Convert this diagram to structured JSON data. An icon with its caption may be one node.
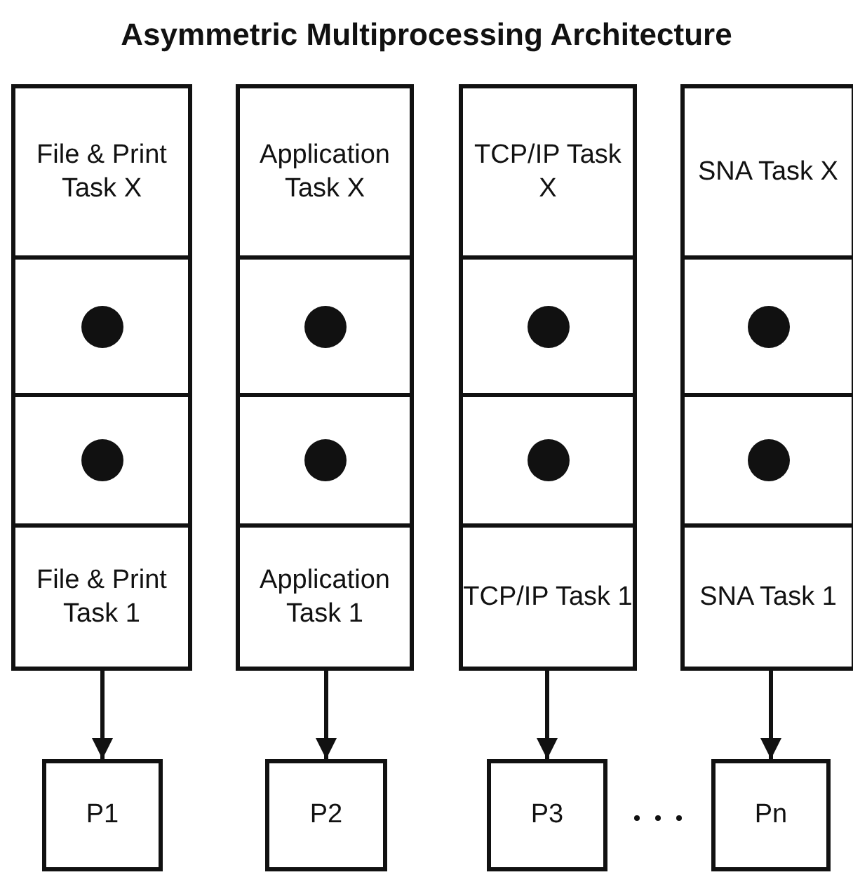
{
  "diagram": {
    "title": "Asymmetric Multiprocessing Architecture",
    "nodes": [
      {
        "text": [
          "File & Print Task X"
        ]
      },
      {
        "text": [],
        "shape": "box"
      },
      {
        "text": [],
        "shape": "box"
      },
      {
        "text": [
          "File & Print Task 1"
        ]
      },
      {
        "text": [
          "Application Task X"
        ]
      },
      {
        "text": [],
        "shape": "box"
      },
      {
        "text": [],
        "shape": "box"
      },
      {
        "text": [
          "Application Task 1"
        ]
      },
      {
        "text": [
          "TCP/IP Task X"
        ]
      },
      {
        "text": [],
        "shape": "box"
      },
      {
        "text": [],
        "shape": "box"
      },
      {
        "text": [
          "TCP/IP Task 1"
        ]
      },
      {
        "text": [
          "SNA Task X"
        ]
      },
      {
        "text": [],
        "shape": "box"
      },
      {
        "text": [],
        "shape": "box"
      },
      {
        "text": [
          "SNA Task 1"
        ]
      },
      {
        "text": [
          "P1"
        ]
      },
      {
        "text": [
          "P2"
        ]
      },
      {
        "text": [
          "P3"
        ]
      },
      {
        "text": [
          "Pn"
        ]
      }
    ],
    "edges": [
      {
        "from": 3,
        "to": 16,
        "arrow": "to"
      },
      {
        "from": 7,
        "to": 17,
        "arrow": "to"
      },
      {
        "from": 11,
        "to": 18,
        "arrow": "to"
      },
      {
        "from": 15,
        "to": 19,
        "arrow": "to"
      }
    ]
  }
}
